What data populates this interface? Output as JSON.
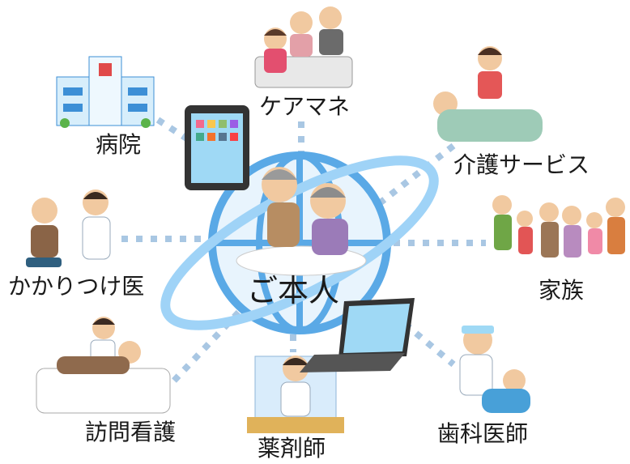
{
  "center": {
    "label": "ご本人"
  },
  "nodes": [
    {
      "id": "care-manager",
      "label": "ケアマネ",
      "icon": "care-manager-illustration"
    },
    {
      "id": "hospital",
      "label": "病院",
      "icon": "hospital-building-icon"
    },
    {
      "id": "care-service",
      "label": "介護サービス",
      "icon": "caregiver-illustration"
    },
    {
      "id": "family-doctor",
      "label": "かかりつけ医",
      "icon": "doctor-consult-illustration"
    },
    {
      "id": "family",
      "label": "家族",
      "icon": "family-group-illustration"
    },
    {
      "id": "home-nursing",
      "label": "訪問看護",
      "icon": "nurse-bedside-illustration"
    },
    {
      "id": "pharmacist",
      "label": "薬剤師",
      "icon": "pharmacist-illustration"
    },
    {
      "id": "dentist",
      "label": "歯科医師",
      "icon": "dentist-illustration"
    }
  ],
  "devices": {
    "tablet": "tablet-icon",
    "laptop": "laptop-icon",
    "network": "globe-network-icon"
  },
  "colors": {
    "connector": "#a9c7e3",
    "globe": "#5aa9e6",
    "globe_light": "#cfe8fb"
  }
}
